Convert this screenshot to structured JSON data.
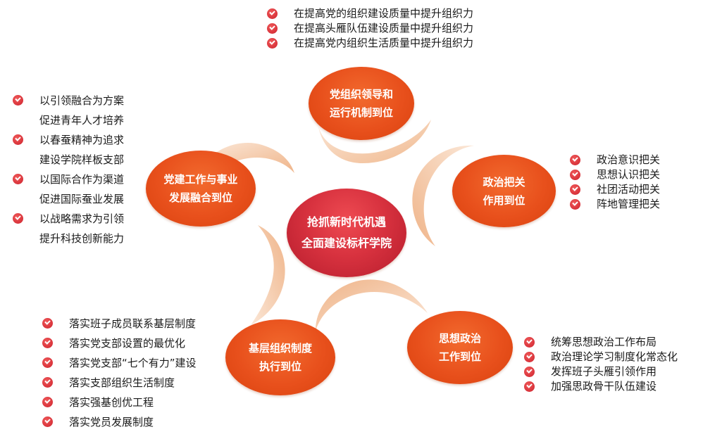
{
  "center": {
    "line1": "抢抓新时代机遇",
    "line2": "全面建设标杆学院"
  },
  "nodes": {
    "top": {
      "line1": "党组织领导和",
      "line2": "运行机制到位"
    },
    "right": {
      "line1": "政治把关",
      "line2": "作用到位"
    },
    "bottom_right": {
      "line1": "思想政治",
      "line2": "工作到位"
    },
    "bottom_left": {
      "line1": "基层组织制度",
      "line2": "执行到位"
    },
    "left": {
      "line1": "党建工作与事业",
      "line2": "发展融合到位"
    }
  },
  "lists": {
    "top": [
      "在提高党的组织建设质量中提升组织力",
      "在提高头雁队伍建设质量中提升组织力",
      "在提高党内组织生活质量中提升组织力"
    ],
    "right": [
      "政治意识把关",
      "思想认识把关",
      "社团活动把关",
      "阵地管理把关"
    ],
    "bottom_right": [
      "统筹思想政治工作布局",
      "政治理论学习制度化常态化",
      "发挥班子头雁引领作用",
      "加强思政骨干队伍建设"
    ],
    "bottom_left": [
      "落实班子成员联系基层制度",
      "落实党支部设置的最优化",
      "落实党支部“七个有力”建设",
      "落实支部组织生活制度",
      "落实强基创优工程",
      "落实党员发展制度"
    ],
    "left": [
      {
        "line1": "以引领融合为方案",
        "line2": "促进青年人才培养"
      },
      {
        "line1": "以春蚕精神为追求",
        "line2": "建设学院样板支部"
      },
      {
        "line1": "以国际合作为渠道",
        "line2": "促进国际蚕业发展"
      },
      {
        "line1": "以战略需求为引领",
        "line2": "提升科技创新能力"
      }
    ]
  },
  "colors": {
    "node": "#e8501c",
    "center": "#cc2a38",
    "check": "#d8323a",
    "swirl": "#f3c7a4"
  }
}
